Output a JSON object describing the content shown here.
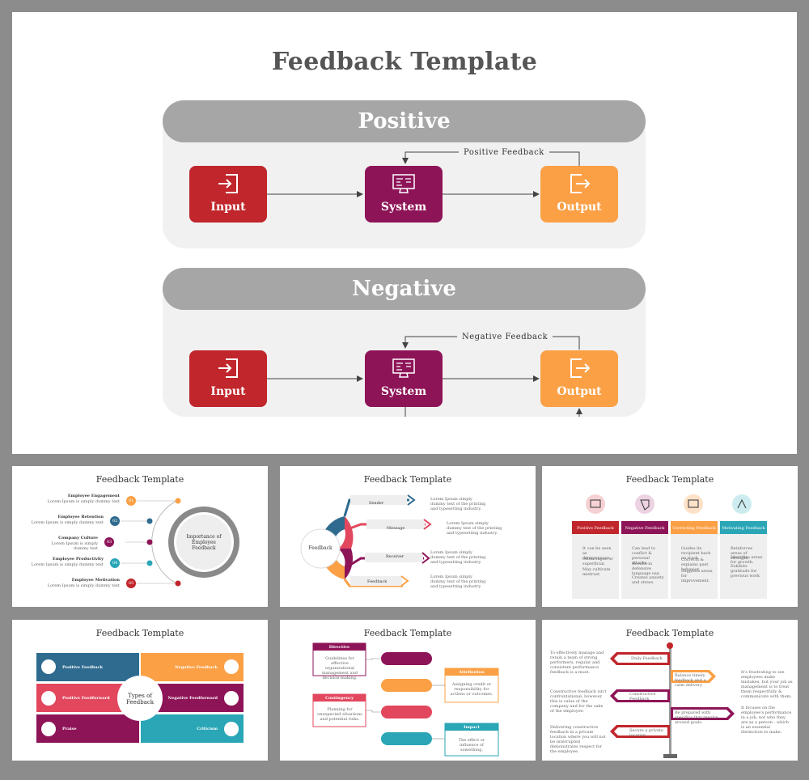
{
  "main": {
    "title": "Feedback Template",
    "positive": {
      "heading": "Positive",
      "feedback_label": "Positive  Feedback",
      "input": "Input",
      "system": "System",
      "output": "Output"
    },
    "negative": {
      "heading": "Negative",
      "feedback_label": "Negative  Feedback",
      "input": "Input",
      "system": "System",
      "output": "Output"
    }
  },
  "thumbnails": {
    "title": "Feedback Template",
    "t1": {
      "center": "Importance of Employee Feedback",
      "items": [
        {
          "num": "01",
          "label": "Employee Engagement",
          "text": "Lorem Ipsum is simply dummy text"
        },
        {
          "num": "02",
          "label": "Employee Retention",
          "text": "Lorem Ipsum is simply dummy text"
        },
        {
          "num": "03",
          "label": "Company Culture",
          "text": "Lorem Ipsum is simply dummy text"
        },
        {
          "num": "04",
          "label": "Employee Productivity",
          "text": "Lorem Ipsum is simply dummy text"
        },
        {
          "num": "05",
          "label": "Employee Motivation",
          "text": "Lorem Ipsum is simply dummy text"
        }
      ]
    },
    "t2": {
      "center": "Feedback",
      "items": [
        "Sender",
        "Message",
        "Receiver",
        "Feedback"
      ],
      "text": "Lorem Ipsum simply dummy text of the printing and typesetting industry."
    },
    "t3": {
      "columns": [
        "Positive Feedback",
        "Negative Feedback",
        "Correcting Feedback",
        "Motivating Feedback"
      ],
      "bullets": [
        [
          "It can be seen as disingenuous.",
          "Often vague or superficial.",
          "May cultivate mistrust"
        ],
        [
          "Can lead to conflict & personal attacks.",
          "Results in defensive language use.",
          "Creates anxiety and stress."
        ],
        [
          "Guides its recipient back on track.",
          "Corrects & explains past behavior.",
          "Suggests areas for improvement."
        ],
        [
          "Reinforces areas of strength.",
          "Identifies areas for growth.",
          "Exhibits gratitude for previous work"
        ]
      ]
    },
    "t4": {
      "center": "Types of Feedback",
      "items": [
        "Positive Feedback",
        "Negative Feedback",
        "Positive Feedforward",
        "Negative Feedforward",
        "Praise",
        "Criticism"
      ]
    },
    "t5": {
      "boxes": [
        "Directive",
        "Contingency",
        "Attribution",
        "Impact"
      ],
      "texts": [
        "Guidelines for effective organizational management and decision-making.",
        "Planning for unexpected situations and potential risks.",
        "Assigning credit or responsibility for actions or outcomes.",
        "The effect or influence of something."
      ]
    },
    "t6": {
      "signs": [
        "Daily Feedback",
        "Balance timely feedback and a calm delivery",
        "Constructive Feedback",
        "Be prepared with specifics that revolve around goals.",
        "Secure a private location"
      ],
      "texts": [
        "To effectively manage and retain a team of strong performers, regular and consistent performance feedback is a must.",
        "It's frustrating to see employees make mistakes, but your job as management is to treat them respectfully & communicate with them.",
        "Constructive feedback isn't confrontational; however, this is value of the company and for the sake of the employee.",
        "It focuses on the employee's performance in a job, not who they are as a person - which is an essential distinction to make.",
        "Delivering constructive feedback in a private location where you will not be interrupted demonstrates respect for the employee."
      ]
    }
  },
  "colors": {
    "red": "#c0262b",
    "purple": "#8e1458",
    "orange": "#fba045",
    "teal": "#2aa6b6",
    "blue": "#2e6b8e",
    "panel_gray": "#a6a6a6"
  }
}
